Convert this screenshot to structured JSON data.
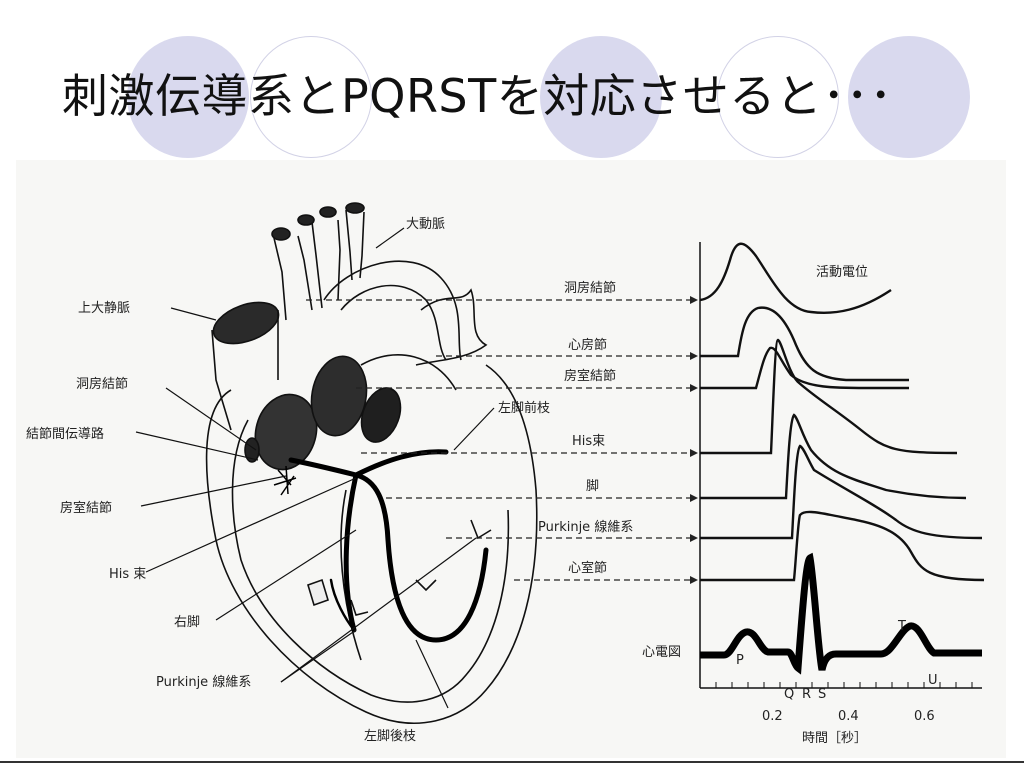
{
  "slide": {
    "title": "刺激伝導系とPQRSTを対応させると･･･"
  },
  "heart_labels": {
    "aorta": "大動脈",
    "svc": "上大静脈",
    "sa_node": "洞房結節",
    "internodal": "結節間伝導路",
    "av_node": "房室結節",
    "his_bundle": "His 束",
    "right_bundle": "右脚",
    "purkinje": "Purkinje 線維系",
    "left_anterior": "左脚前枝",
    "left_posterior": "左脚後枝"
  },
  "mapping_labels": {
    "sa_node": "洞房結節",
    "atrial_muscle": "心房節",
    "av_node": "房室結節",
    "his": "His束",
    "bundle": "脚",
    "purkinje": "Purkinje 線維系",
    "ventricular_muscle": "心室節"
  },
  "plot": {
    "title": "活動電位",
    "ecg_label": "心電図",
    "wave_P": "P",
    "wave_Q": "Q",
    "wave_R": "R",
    "wave_S": "S",
    "wave_T": "T",
    "wave_U": "U",
    "tick_02": "0.2",
    "tick_04": "0.4",
    "tick_06": "0.6",
    "xlabel": "時間［秒］"
  }
}
